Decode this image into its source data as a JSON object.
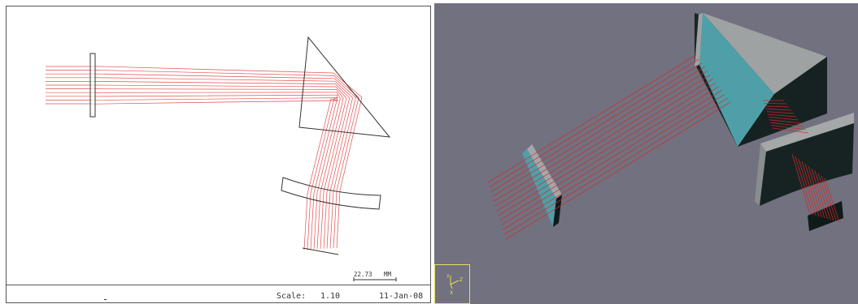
{
  "layout_view": {
    "scale_bar": {
      "value": "22.73",
      "unit": "MM"
    },
    "footer": {
      "scale_label": "Scale:",
      "scale_value": "1.10",
      "date": "11-Jan-08"
    },
    "colors": {
      "ray": "#e03a3a",
      "outline": "#333333",
      "frame": "#555555"
    }
  },
  "render_view": {
    "background": "#71717f",
    "axis_triad": {
      "labels": [
        "Y",
        "Z",
        "X"
      ],
      "color": "#e8e05a"
    },
    "colors": {
      "ray": "#d42828",
      "glass_face": "#4f9fa8",
      "grey_face": "#9fa2a3",
      "dark_face": "#162222"
    }
  }
}
